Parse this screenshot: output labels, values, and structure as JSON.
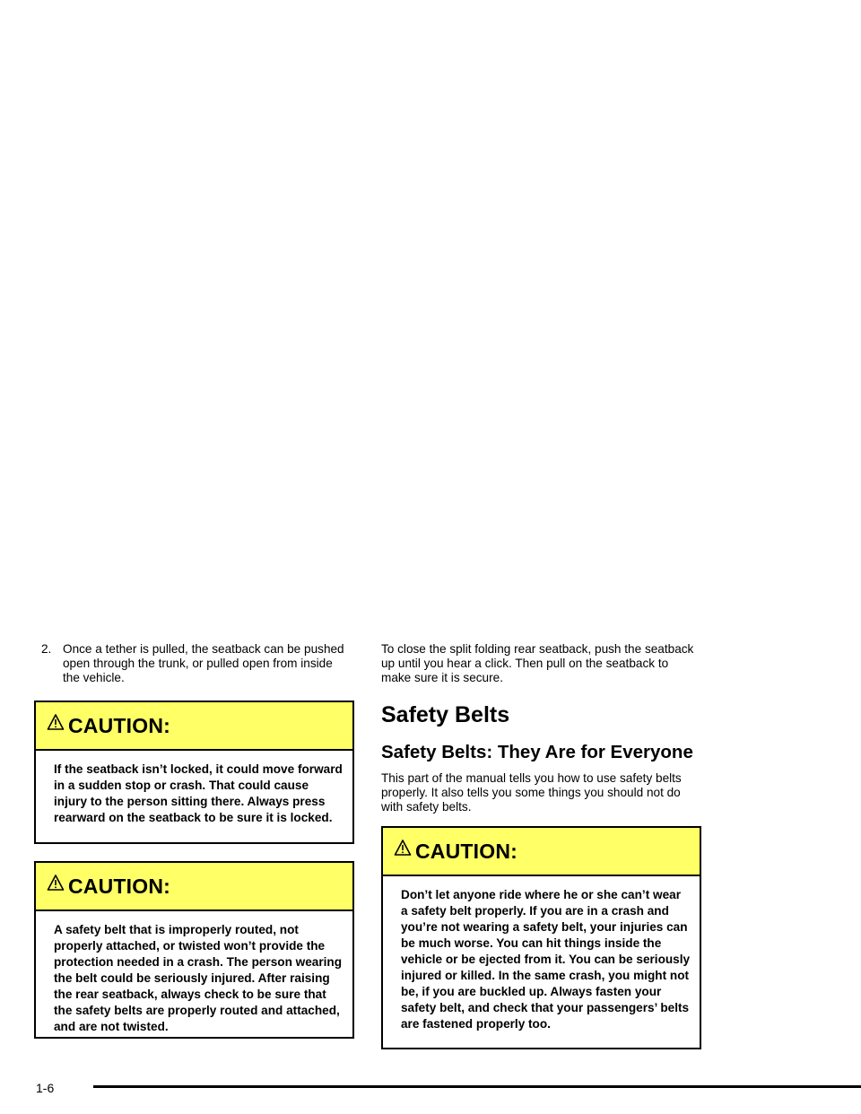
{
  "left": {
    "step": {
      "number": "2.",
      "text": "Once a tether is pulled, the seatback can be pushed open through the trunk, or pulled open from inside the vehicle."
    },
    "caution1": {
      "title": "CAUTION:",
      "body": "If the seatback isn’t locked, it could move forward in a sudden stop or crash. That could cause injury to the person sitting there. Always press rearward on the seatback to be sure it is locked."
    },
    "caution2": {
      "title": "CAUTION:",
      "body": "A safety belt that is improperly routed, not properly attached, or twisted won’t provide the protection needed in a crash. The person wearing the belt could be seriously injured. After raising the rear seatback, always check to be sure that the safety belts are properly routed and attached, and are not twisted."
    }
  },
  "right": {
    "intro": "To close the split folding rear seatback, push the seatback up until you hear a click. Then pull on the seatback to make sure it is secure.",
    "section_title": "Safety Belts",
    "subsection_title": "Safety Belts: They Are for Everyone",
    "subsection_text": "This part of the manual tells you how to use safety belts properly. It also tells you some things you should not do with safety belts.",
    "caution3": {
      "title": "CAUTION:",
      "body": "Don’t let anyone ride where he or she can’t wear a safety belt properly. If you are in a crash and you’re not wearing a safety belt, your injuries can be much worse. You can hit things inside the vehicle or be ejected from it. You can be seriously injured or killed. In the same crash, you might not be, if you are buckled up. Always fasten your safety belt, and check that your passengers’ belts are fastened properly too."
    }
  },
  "footer": {
    "page_number": "1-6"
  },
  "colors": {
    "caution_bar": "#ffff66",
    "text": "#000000"
  }
}
